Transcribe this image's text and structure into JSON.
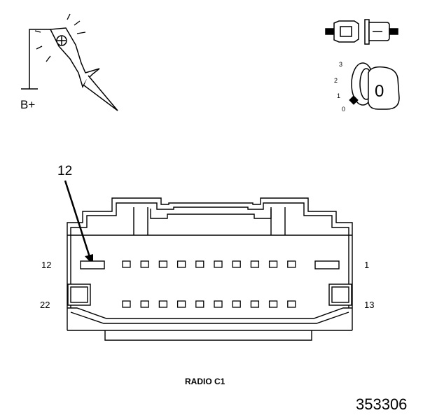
{
  "labels": {
    "battery_terminal": "B+",
    "callout": "12",
    "pin_left_top": "12",
    "pin_left_bottom": "22",
    "pin_right_top": "1",
    "pin_right_bottom": "13",
    "connector_name": "RADIO C1",
    "figure_id": "353306"
  },
  "ignition": {
    "positions": [
      "3",
      "2",
      "1",
      "0"
    ],
    "key_position": "0"
  },
  "icons": {
    "probe": "test-probe-icon",
    "ground": "ground-symbol-icon",
    "connector": "disconnected-connector-icon",
    "key": "ignition-key-icon"
  },
  "colors": {
    "line": "#000000",
    "background": "#ffffff"
  }
}
